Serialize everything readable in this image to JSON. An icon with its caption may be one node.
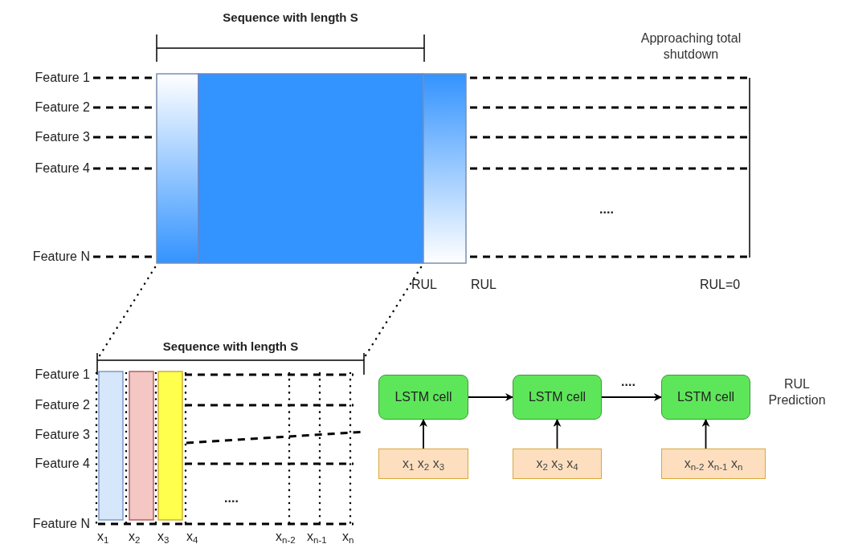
{
  "diagram": {
    "nodes": [
      {
        "text": [
          "LSTM cell"
        ]
      },
      {
        "text": [
          "LSTM cell"
        ]
      },
      {
        "text": [
          "LSTM cell"
        ],
        "beside": [
          "RUL Prediction"
        ]
      },
      {
        "text": [
          "x$_{1}$ x$_{2}$ x$_{3}$"
        ]
      },
      {
        "text": [
          "x$_{2}$ x$_{3}$ x$_{4}$"
        ]
      },
      {
        "text": [
          "x$_{n-2}$ x$_{n-1}$ x$_{n}$"
        ]
      }
    ],
    "edges": [
      {
        "from": 0,
        "to": 1,
        "arrow": "to"
      },
      {
        "from": 1,
        "to": 2,
        "arrow": "to"
      },
      {
        "from": 3,
        "to": 0,
        "arrow": "to"
      },
      {
        "from": 4,
        "to": 1,
        "arrow": "to"
      },
      {
        "from": 5,
        "to": 2,
        "arrow": "to"
      }
    ],
    "labels": [
      "Sequence with length S",
      "Feature 1",
      "Feature 2",
      "Feature 3",
      "Feature 4",
      "Feature N",
      "Approaching total shutdown",
      "....",
      "RUL",
      "RUL",
      "RUL=0",
      "Sequence with length S",
      "Feature 1",
      "Feature 2",
      "Feature 3",
      "Feature 4",
      "Feature N",
      "....",
      "x$_{1}$",
      "x$_{2}$",
      "x$_{3}$",
      "x$_{4}$",
      "x$_{n-2}$",
      "x$_{n-1}$",
      "x$_{n}$",
      "...."
    ]
  }
}
